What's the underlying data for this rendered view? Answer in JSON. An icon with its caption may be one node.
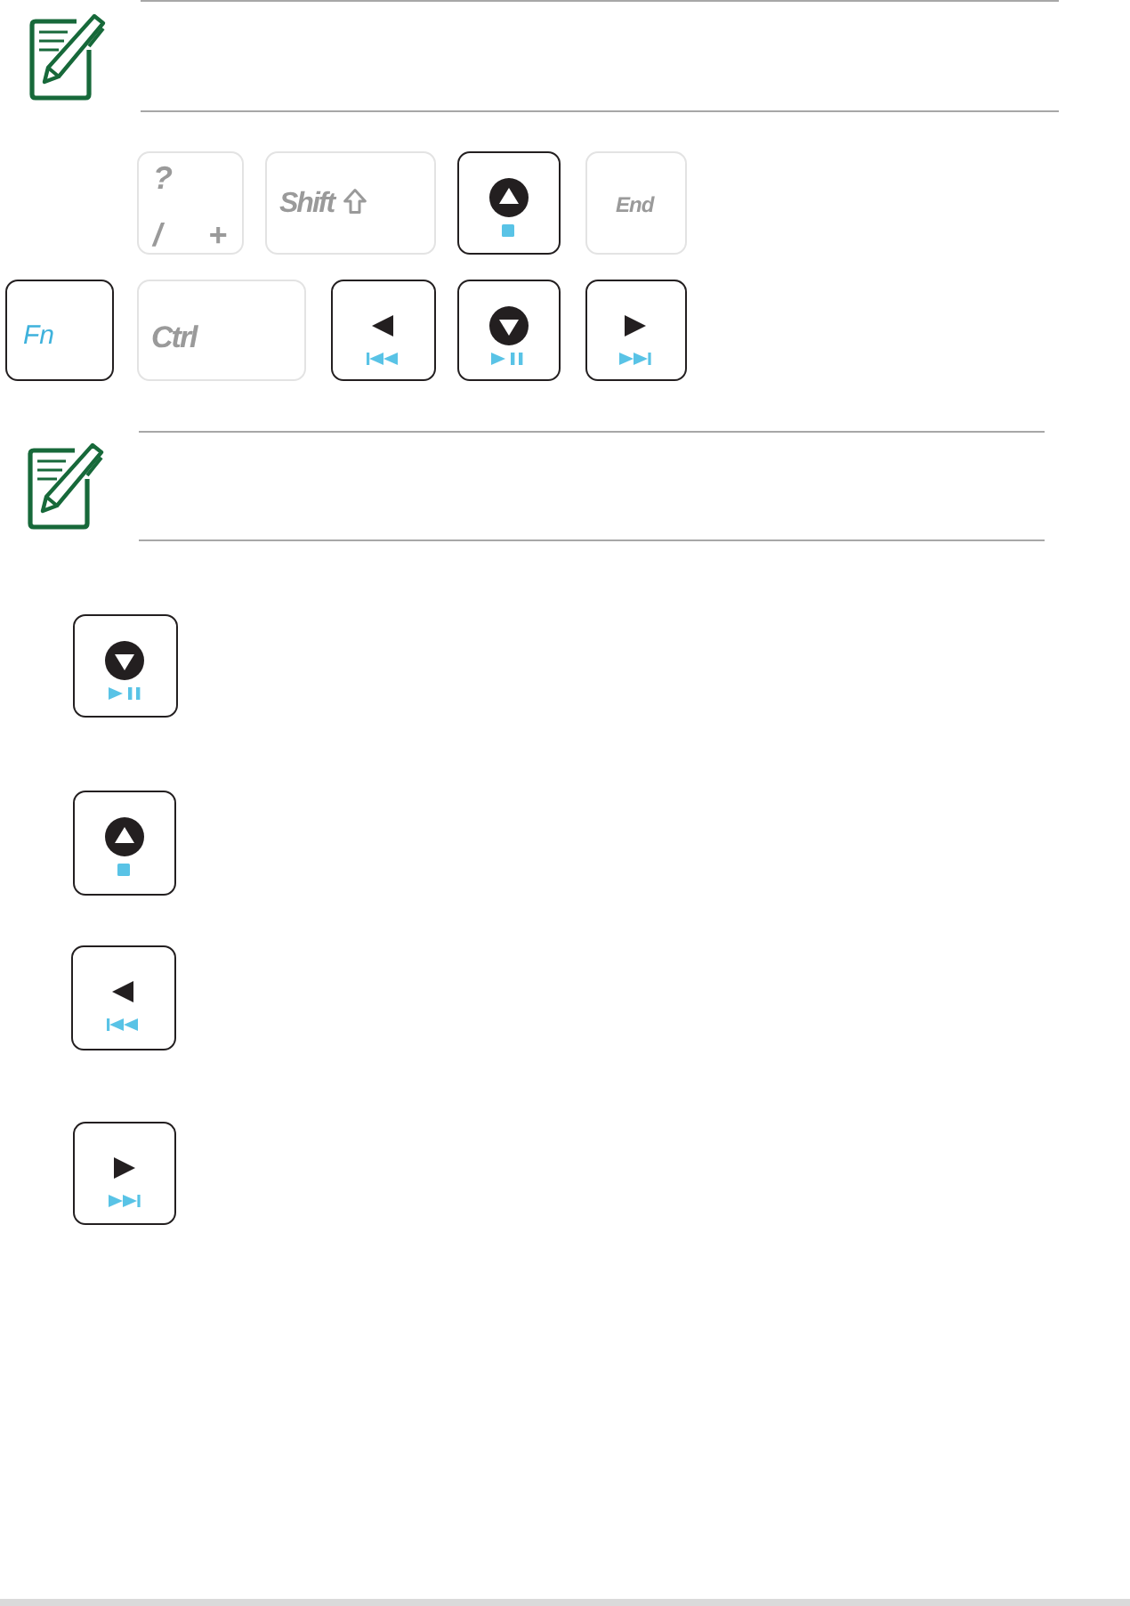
{
  "diagram": {
    "nodes": [
      {
        "text": [
          "?",
          "/",
          "+"
        ]
      },
      {
        "text": [
          "Shift"
        ]
      },
      {
        "text": [],
        "shape": "box"
      },
      {
        "text": [
          "End"
        ]
      },
      {
        "text": [
          "Fn"
        ]
      },
      {
        "text": [
          "Ctrl"
        ]
      },
      {
        "text": [],
        "shape": "box"
      },
      {
        "text": [],
        "shape": "box"
      },
      {
        "text": [],
        "shape": "box"
      },
      {
        "text": [],
        "shape": "box"
      },
      {
        "text": [],
        "shape": "box"
      },
      {
        "text": [],
        "shape": "box"
      },
      {
        "text": [],
        "shape": "box"
      }
    ]
  }
}
